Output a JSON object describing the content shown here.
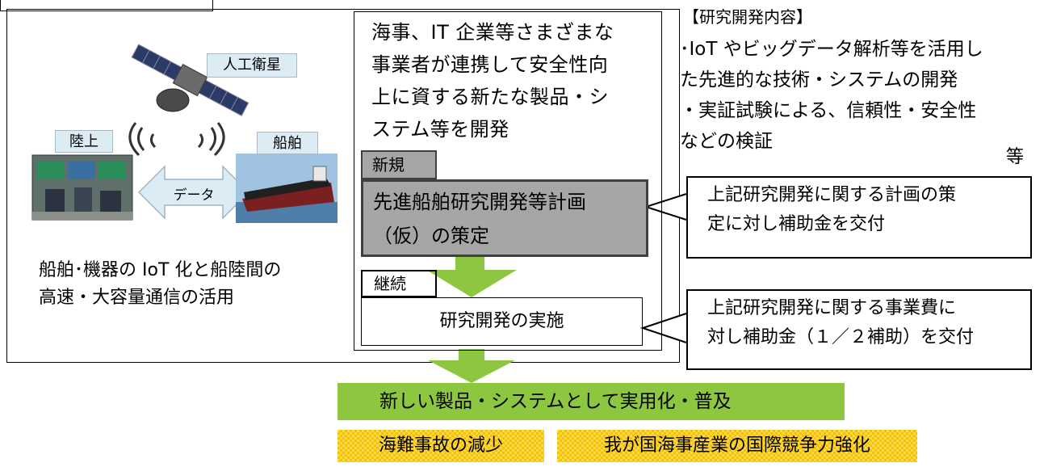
{
  "left_panel": {
    "satellite_label": "人工衛星",
    "land_label": "陸上",
    "ship_label": "船舶",
    "data_label": "データ",
    "caption": "船舶･機器の IoT 化と船陸間の\n高速・大容量通信の活用"
  },
  "center_panel": {
    "intro_text": "海事、IT 企業等さまざまな\n事業者が連携して安全性向\n上に資する新たな製品・シ\nステム等を開発",
    "new_tag": "新規",
    "plan_text": "先進船舶研究開発等計画\n（仮）の策定",
    "continue_tag": "継続",
    "implementation_text": "研究開発の実施"
  },
  "rd_content": {
    "header": "【研究開発内容】",
    "items": "･IoT やビッグデータ解析等を活用し\nた先進的な技術・システムの開発\n・実証試験による、信頼性・安全性\nなどの検証",
    "etc": "等"
  },
  "callouts": {
    "plan_subsidy": "上記研究開発に関する計画の策\n定に対し補助金を交付",
    "cost_subsidy": "上記研究開発に関する事業費に\n対し補助金（１／２補助）を交付"
  },
  "result": {
    "bar_text": "新しい製品・システムとして実用化・普及",
    "outcome_1": "海難事故の減少",
    "outcome_2": "我が国海事産業の国際競争力強化"
  },
  "colors": {
    "arrow_green": "#8dc63f",
    "gray_box": "#a6a6a6",
    "outcome_yellow": "#ffd84a",
    "data_arrow_fill": "#dcecf5"
  },
  "icons": [
    "satellite-icon",
    "control-room-icon",
    "ship-icon",
    "signal-wave-icon",
    "data-arrow-icon",
    "down-arrow-icon"
  ]
}
